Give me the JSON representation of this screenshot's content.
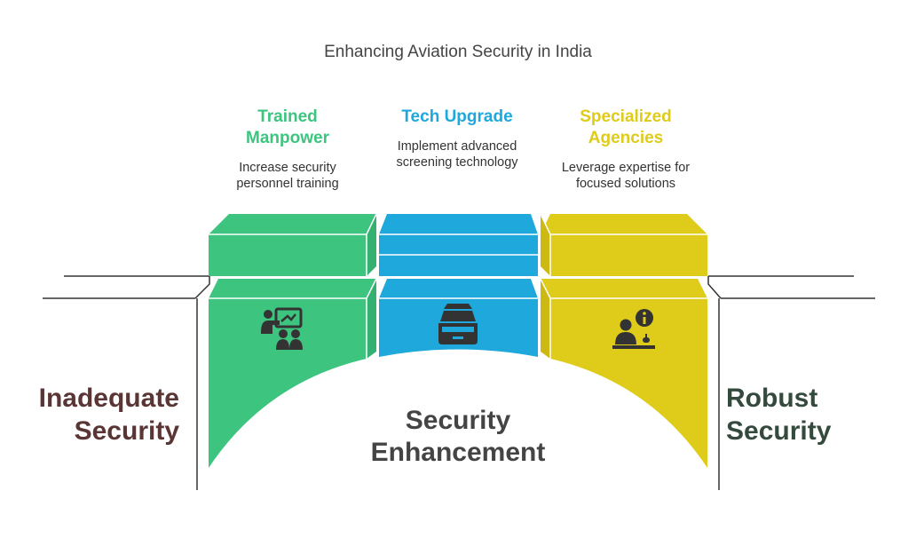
{
  "title": "Enhancing Aviation Security in India",
  "columns": [
    {
      "title": "Trained Manpower",
      "description": "Increase security personnel training",
      "icon": "training-presentation-icon",
      "color": "#3dc47f"
    },
    {
      "title": "Tech Upgrade",
      "description": "Implement advanced screening technology",
      "icon": "scanner-icon",
      "color": "#1fa8dc"
    },
    {
      "title": "Specialized Agencies",
      "description": "Leverage expertise for focused solutions",
      "icon": "agent-info-desk-icon",
      "color": "#dfcb1a"
    }
  ],
  "left_label": "Inadequate Security",
  "right_label": "Robust Security",
  "center_label": "Security Enhancement",
  "colors": {
    "left_label": "#5a3535",
    "right_label": "#344a3c",
    "title_text": "#444444"
  }
}
